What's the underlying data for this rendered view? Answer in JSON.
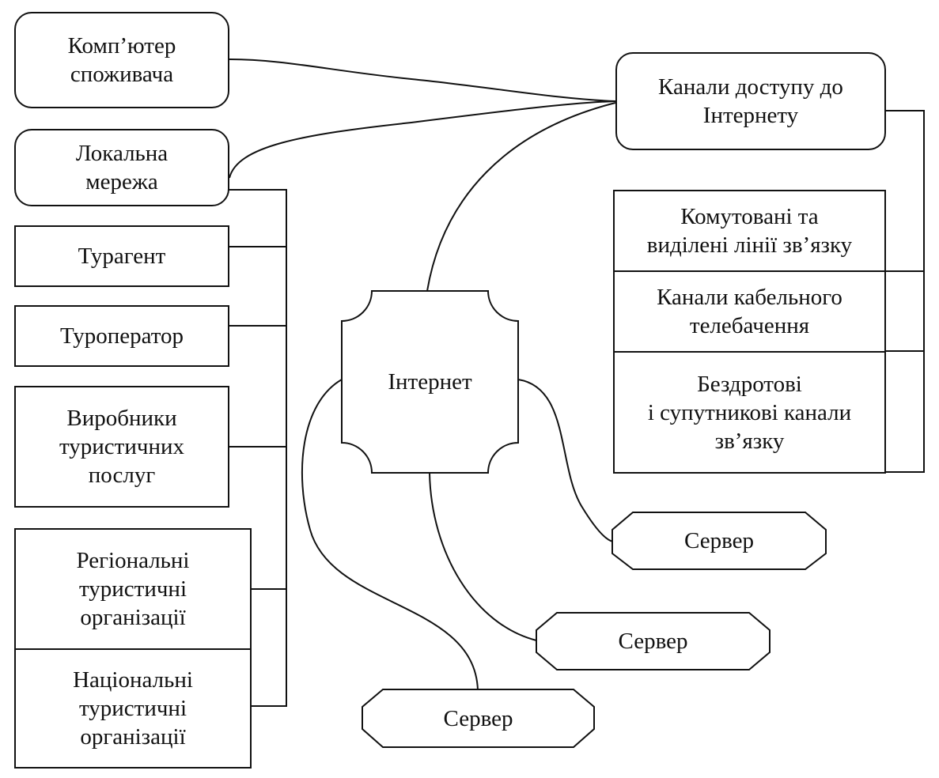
{
  "diagram": {
    "left_column": {
      "consumer_computer": "Комп’ютер\nспоживача",
      "local_network": "Локальна\nмережа",
      "travel_agent": "Турагент",
      "tour_operator": "Туроператор",
      "service_producers": "Виробники\nтуристичних\nпослуг",
      "regional_orgs": "Регіональні\nтуристичні\nорганізації",
      "national_orgs": "Національні\nтуристичні\nорганізації"
    },
    "internet": "Інтернет",
    "access_channels": {
      "title": "Канали доступу до\nІнтернету",
      "items": [
        "Комутовані та\nвиділені лінії зв’язку",
        "Канали кабельного\nтелебачення",
        "Бездротові\nі супутникові канали\nзв’язку"
      ]
    },
    "servers": [
      "Сервер",
      "Сервер",
      "Сервер"
    ]
  },
  "colors": {
    "stroke": "#111111",
    "background": "#ffffff"
  }
}
